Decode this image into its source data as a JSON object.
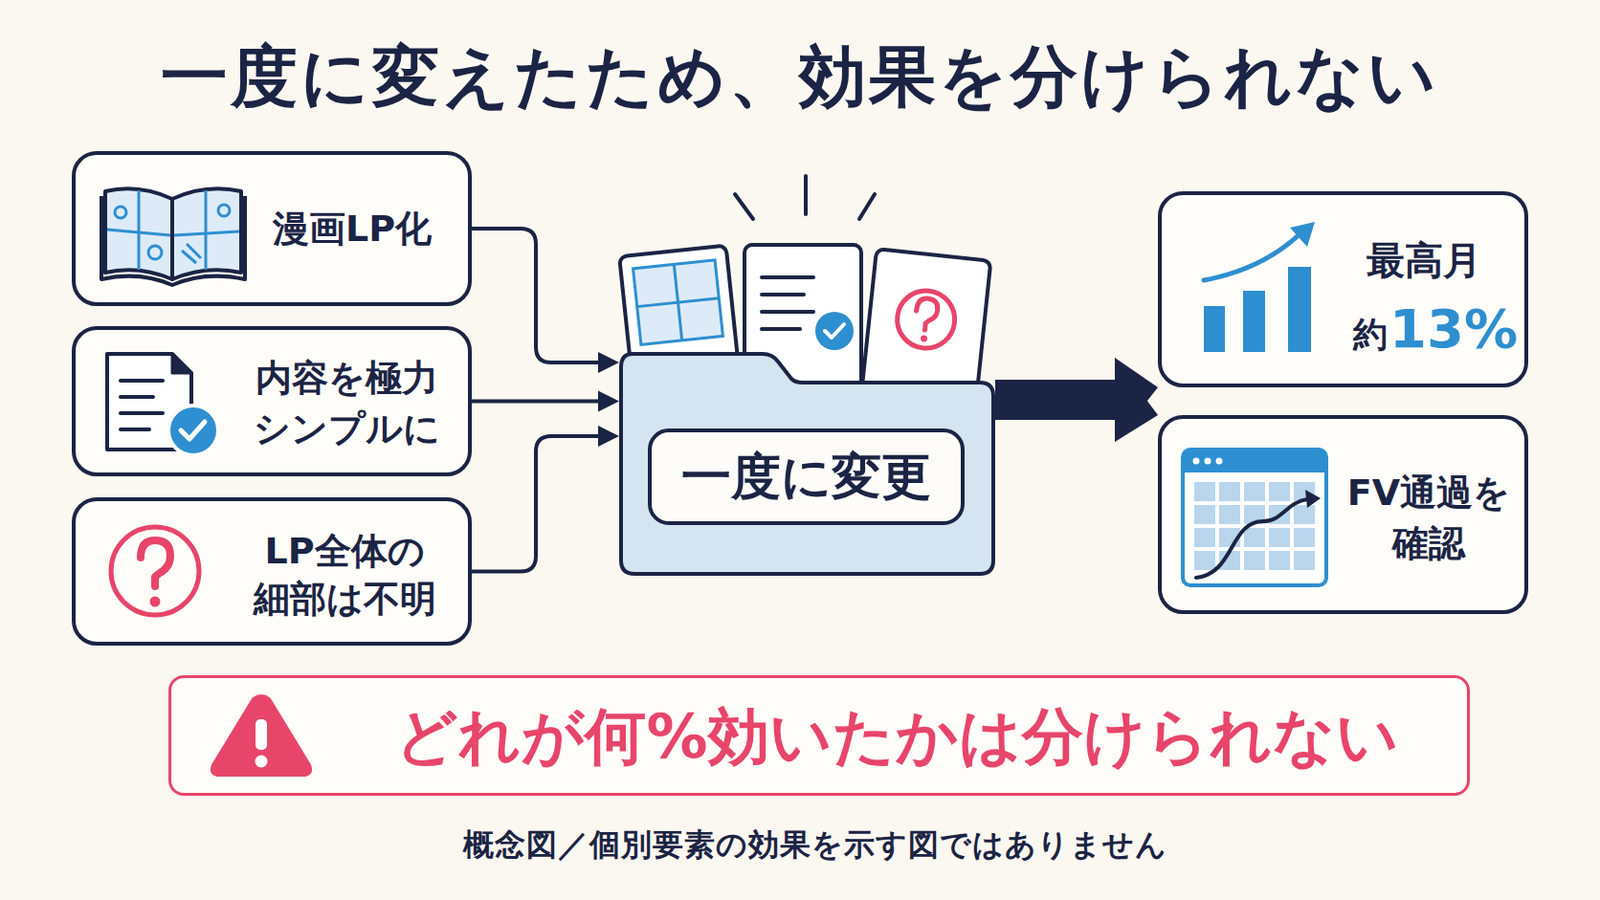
{
  "diagram": {
    "title": "一度に変えたため、効果を分けられない",
    "caption": "概念図／個別要素の効果を示す図ではありません",
    "nodes": [
      {
        "text": [
          "漫画LP化"
        ]
      },
      {
        "text": [
          "内容を極力 シンプルに"
        ]
      },
      {
        "text": [
          "LP全体の 細部は不明"
        ]
      },
      {
        "text": [
          "一度に変更"
        ]
      },
      {
        "text": [
          "最高月",
          "約",
          "13%"
        ]
      },
      {
        "text": [
          "FV通過を 確認"
        ]
      },
      {
        "text": [
          "どれが何%効いたかは分けられない"
        ]
      }
    ],
    "edges": [
      {
        "from": 0,
        "to": 3,
        "arrow": "to"
      },
      {
        "from": 1,
        "to": 3,
        "arrow": "to"
      },
      {
        "from": 2,
        "to": 3,
        "arrow": "to"
      },
      {
        "from": 3,
        "to": 4,
        "arrow": "to"
      },
      {
        "from": 3,
        "to": 5,
        "arrow": "to"
      }
    ]
  }
}
